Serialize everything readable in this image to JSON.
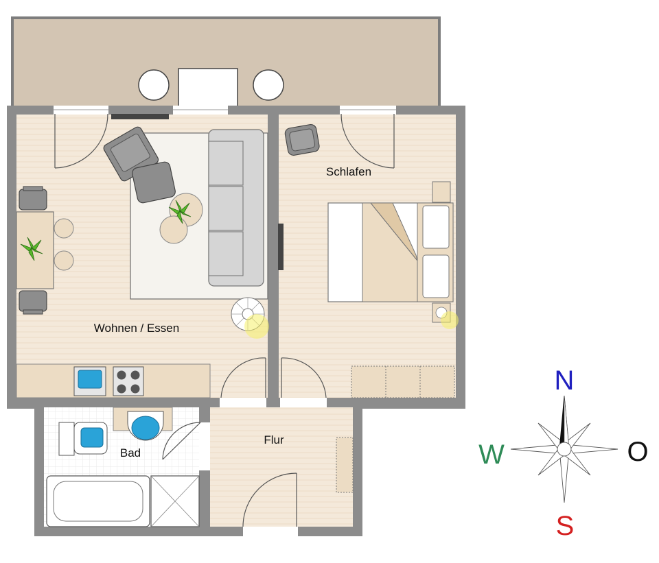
{
  "rooms": {
    "wohnen": "Wohnen / Essen",
    "schlafen": "Schlafen",
    "bad": "Bad",
    "flur": "Flur"
  },
  "compass": {
    "north": "N",
    "south": "S",
    "west": "W",
    "east": "O",
    "colors": {
      "north": "#1f1fbf",
      "south": "#d42020",
      "west": "#2e8b57",
      "east": "#111111"
    }
  },
  "colors": {
    "wall": "#8c8c8c",
    "floor_wood": "#f3e7d6",
    "balcony": "#d3c5b3",
    "tile": "#ffffff",
    "fixture_blue": "#2aa3d8",
    "furniture_gray": "#8d8d8d",
    "plant_green": "#58b82a"
  }
}
